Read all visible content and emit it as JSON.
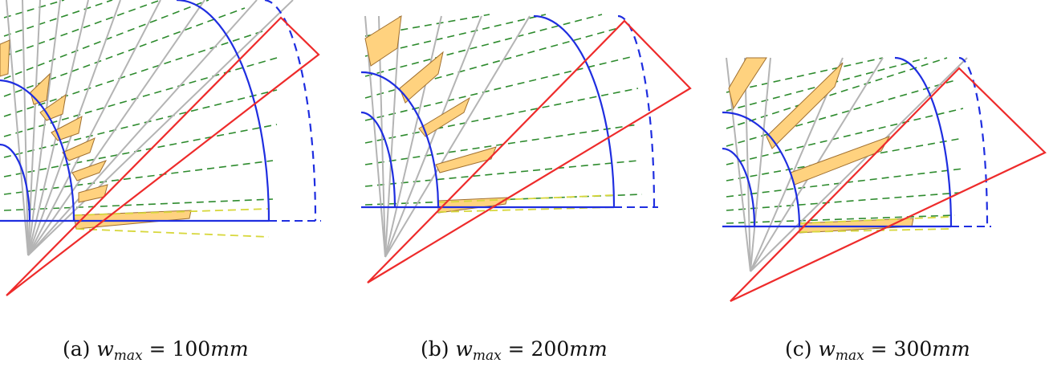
{
  "panels": [
    {
      "id": "a",
      "prefix": "(a)",
      "var": "w",
      "sub": "max",
      "eq": " = 100",
      "unit": "mm"
    },
    {
      "id": "b",
      "prefix": "(b)",
      "var": "w",
      "sub": "max",
      "eq": " = 200",
      "unit": "mm"
    },
    {
      "id": "c",
      "prefix": "(c)",
      "var": "w",
      "sub": "max",
      "eq": " = 300",
      "unit": "mm"
    }
  ],
  "colors": {
    "arc_blue": "#1f2ee0",
    "triangle_red": "#ee2b2b",
    "ray_gray": "#b4b4b4",
    "dash_green": "#2e8b2e",
    "dash_yellow": "#d7d73c",
    "wedge_fill": "#ffd27f",
    "wedge_stroke": "#a07030"
  }
}
